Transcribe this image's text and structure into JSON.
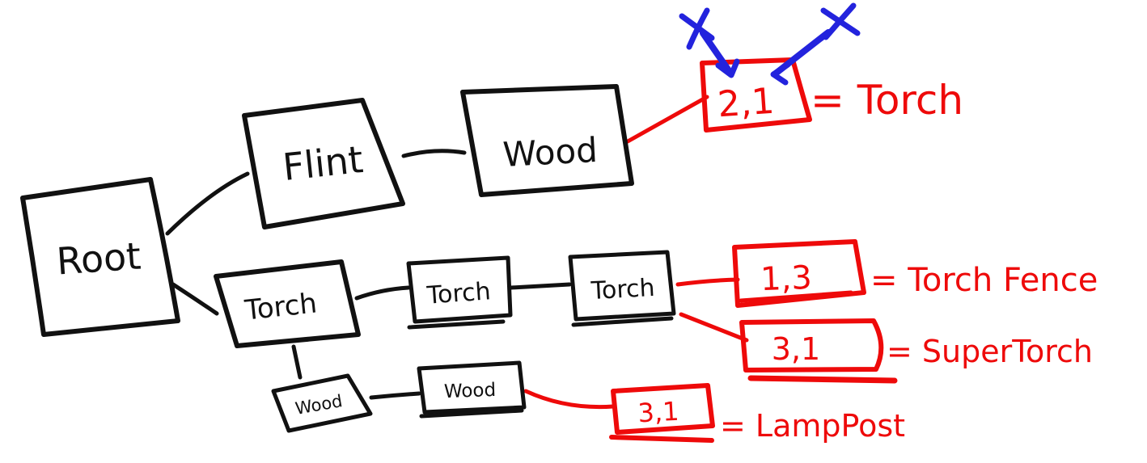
{
  "colors": {
    "background": "#ffffff",
    "ink_black": "#111111",
    "ink_red": "#ee0a0a",
    "ink_blue": "#2323dd"
  },
  "diagram_type": "hand-drawn crafting recipe tree",
  "nodes": {
    "root": "Root",
    "flint": "Flint",
    "wood_top": "Wood",
    "torch_1": "Torch",
    "torch_2": "Torch",
    "torch_3": "Torch",
    "wood_bottom_1": "Wood",
    "wood_bottom_2": "Wood"
  },
  "recipes": [
    {
      "cell": "2,1",
      "result": "= Torch"
    },
    {
      "cell": "1,3",
      "result": "= Torch Fence"
    },
    {
      "cell": "3,1",
      "result": "= SuperTorch"
    },
    {
      "cell": "3,1",
      "result": "= LampPost"
    }
  ],
  "annotations": {
    "marks": [
      "x",
      "x"
    ],
    "note": "two blue x marks with arrows pointing at the 2,1 cell"
  }
}
